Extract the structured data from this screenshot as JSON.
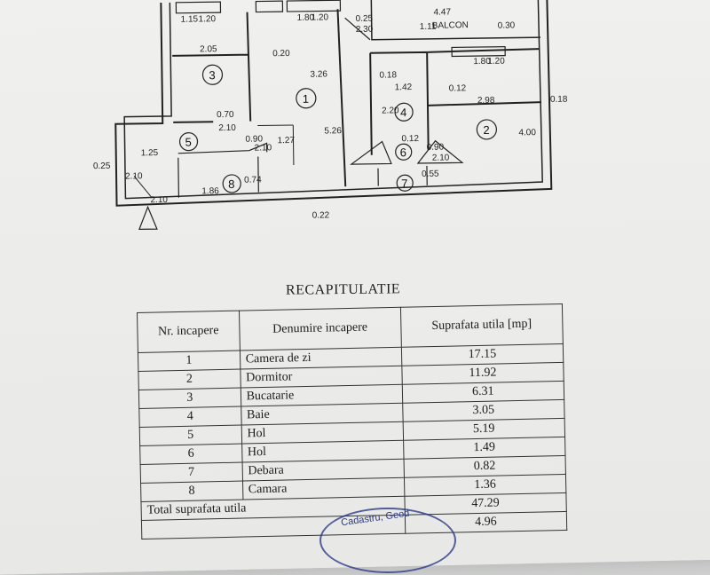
{
  "plan": {
    "rooms": [
      {
        "no": "1"
      },
      {
        "no": "2"
      },
      {
        "no": "3"
      },
      {
        "no": "4"
      },
      {
        "no": "5"
      },
      {
        "no": "6"
      },
      {
        "no": "7"
      },
      {
        "no": "8"
      }
    ],
    "balcony_label": "BALCON",
    "dimensions": [
      "1.15",
      "1.20",
      "2.05",
      "0.20",
      "1.80",
      "1.20",
      "0.25",
      "2.30",
      "4.47",
      "1.11",
      "0.30",
      "3.26",
      "5.26",
      "1.27",
      "0.18",
      "1.42",
      "0.12",
      "1.80",
      "1.20",
      "2.98",
      "0.18",
      "4.00",
      "2.20",
      "0.70",
      "2.10",
      "1.25",
      "0.25",
      "2.10",
      "0.90",
      "2.10",
      "0.90",
      "2.10",
      "1.86",
      "0.74",
      "0.12",
      "0.55",
      "2.10",
      "0.22"
    ]
  },
  "table": {
    "title": "RECAPITULATIE",
    "headers": {
      "no": "Nr. incapere",
      "name": "Denumire incapere",
      "area": "Suprafata utila [mp]"
    },
    "rows": [
      {
        "no": "1",
        "name": "Camera de zi",
        "area": "17.15"
      },
      {
        "no": "2",
        "name": "Dormitor",
        "area": "11.92"
      },
      {
        "no": "3",
        "name": "Bucatarie",
        "area": "6.31"
      },
      {
        "no": "4",
        "name": "Baie",
        "area": "3.05"
      },
      {
        "no": "5",
        "name": "Hol",
        "area": "5.19"
      },
      {
        "no": "6",
        "name": "Hol",
        "area": "1.49"
      },
      {
        "no": "7",
        "name": "Debara",
        "area": "0.82"
      },
      {
        "no": "8",
        "name": "Camara",
        "area": "1.36"
      }
    ],
    "total_label": "Total suprafata utila",
    "total_value": "47.29",
    "extra_value": "4.96"
  },
  "stamp": {
    "text": "Cadastru, Geod"
  },
  "colors": {
    "ink": "#222222",
    "stamp": "#2c3a8a",
    "paper": "#ececea"
  }
}
